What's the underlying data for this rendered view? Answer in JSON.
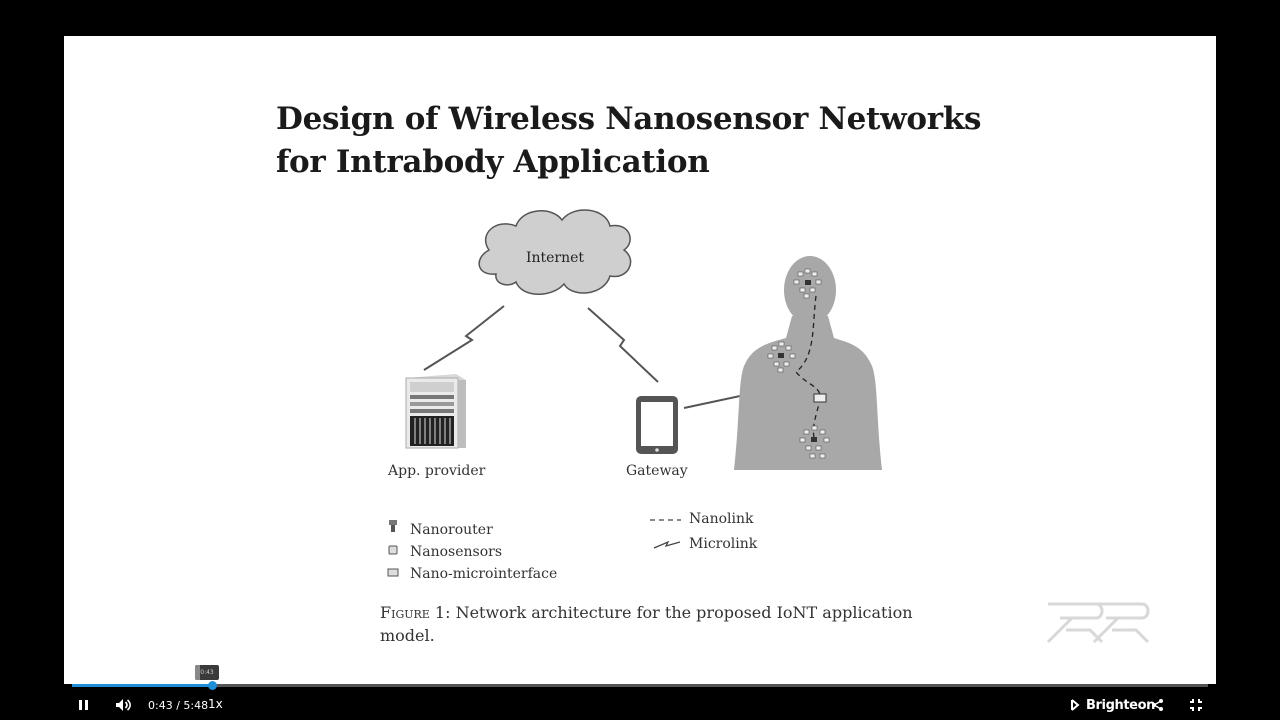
{
  "slide": {
    "title": "Design of Wireless Nanosensor Networks for Intrabody Application",
    "diagram": {
      "cloud_label": "Internet",
      "app_provider_label": "App. provider",
      "gateway_label": "Gateway",
      "legend_left": [
        "Nanorouter",
        "Nanosensors",
        "Nano-microinterface"
      ],
      "legend_right": [
        "Nanolink",
        "Microlink"
      ]
    },
    "caption": {
      "figure_label": "Figure 1:",
      "text": "Network architecture for the proposed IoNT application model."
    }
  },
  "player": {
    "current_time": "0:43",
    "duration": "5:48",
    "time_display": "0:43 / 5:48",
    "hover_time": "0:43",
    "progress_fraction": 0.1236,
    "speed": "1x",
    "brand": "Brighteon",
    "accent_color": "#1e8fd6"
  }
}
